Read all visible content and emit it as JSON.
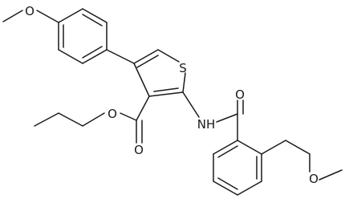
{
  "labels": {
    "o_methoxy_top": "O",
    "s_thiophene": "S",
    "o_ester_dbl": "O",
    "o_ester_single": "O",
    "o_amide": "O",
    "nh_amide": "NH",
    "o_methoxy_bottom": "O"
  }
}
